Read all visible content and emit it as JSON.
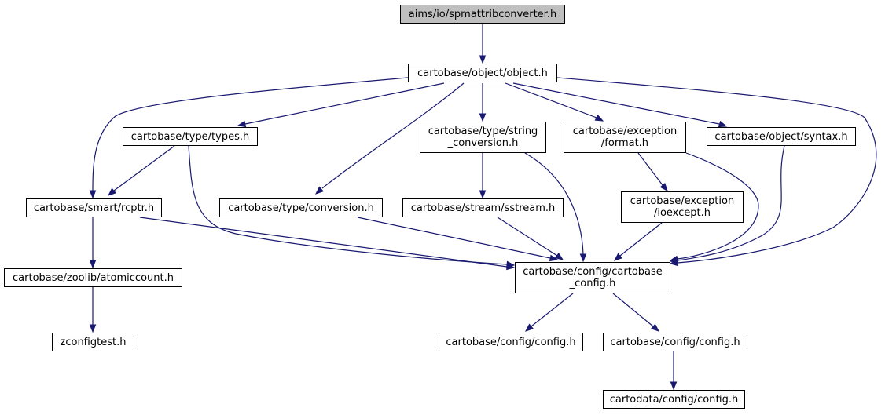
{
  "graph": {
    "colors": {
      "edge": "#191970",
      "root_fill": "#bfbfbf",
      "node_fill": "#ffffff",
      "node_border": "#000000"
    },
    "nodes": {
      "root": "aims/io/spmattribconverter.h",
      "object": "cartobase/object/object.h",
      "types": "cartobase/type/types.h",
      "string_conversion": "cartobase/type/string\n_conversion.h",
      "exception_format": "cartobase/exception\n/format.h",
      "syntax": "cartobase/object/syntax.h",
      "rcptr": "cartobase/smart/rcptr.h",
      "conversion": "cartobase/type/conversion.h",
      "sstream": "cartobase/stream/sstream.h",
      "ioexcept": "cartobase/exception\n/ioexcept.h",
      "atomiccount": "cartobase/zoolib/atomiccount.h",
      "cartobase_config": "cartobase/config/cartobase\n_config.h",
      "zconfigtest": "zconfigtest.h",
      "config_a": "cartobase/config/config.h",
      "config_b": "cartobase/config/config.h",
      "cartodata_config": "cartodata/config/config.h"
    },
    "edges": [
      [
        "root",
        "object"
      ],
      [
        "object",
        "types"
      ],
      [
        "object",
        "string_conversion"
      ],
      [
        "object",
        "exception_format"
      ],
      [
        "object",
        "syntax"
      ],
      [
        "object",
        "rcptr"
      ],
      [
        "object",
        "conversion"
      ],
      [
        "object",
        "cartobase_config"
      ],
      [
        "types",
        "rcptr"
      ],
      [
        "types",
        "cartobase_config"
      ],
      [
        "string_conversion",
        "sstream"
      ],
      [
        "string_conversion",
        "cartobase_config"
      ],
      [
        "exception_format",
        "ioexcept"
      ],
      [
        "exception_format",
        "cartobase_config"
      ],
      [
        "syntax",
        "cartobase_config"
      ],
      [
        "rcptr",
        "atomiccount"
      ],
      [
        "rcptr",
        "cartobase_config"
      ],
      [
        "conversion",
        "cartobase_config"
      ],
      [
        "sstream",
        "cartobase_config"
      ],
      [
        "ioexcept",
        "cartobase_config"
      ],
      [
        "atomiccount",
        "zconfigtest"
      ],
      [
        "cartobase_config",
        "config_a"
      ],
      [
        "cartobase_config",
        "config_b"
      ],
      [
        "config_b",
        "cartodata_config"
      ]
    ]
  }
}
